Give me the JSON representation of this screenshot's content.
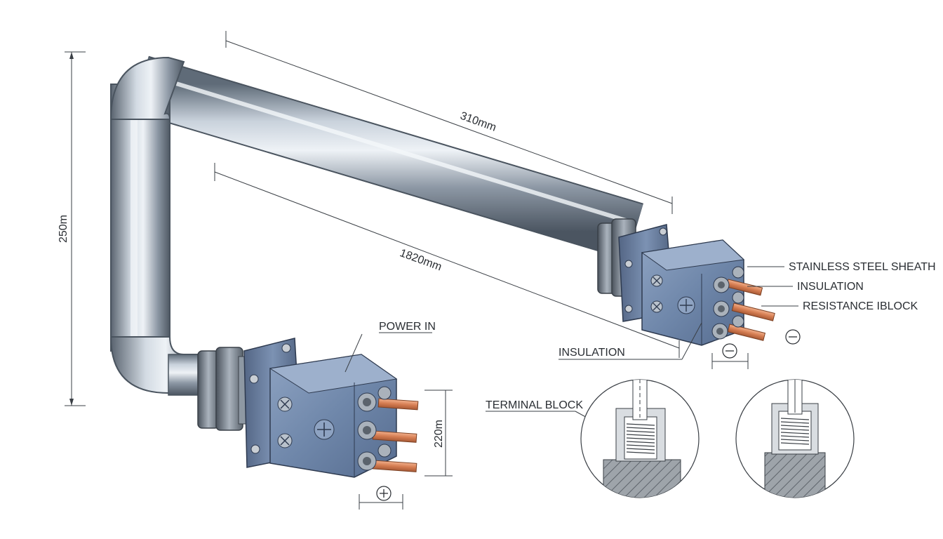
{
  "labels": {
    "power_in": "POWER IN",
    "sheath": "STAINLESS STEEL SHEATH",
    "insulation_right": "INSULATION",
    "resistance_block": "RESISTANCE IBLOCK",
    "insulation_bottom": "INSULATION",
    "terminal_block": "TERMINAL BLOCK"
  },
  "dimensions": {
    "vertical": "250m",
    "top": "310mm",
    "inner": "1820mm",
    "terminal_height": "220m"
  },
  "symbols": {
    "positive": "plus-icon",
    "negative": "minus-icon"
  },
  "colors": {
    "sheath": "#c9d2dc",
    "terminal_box": "#6f87aa",
    "copper_terminal": "#d57d52",
    "line": "#3a3f45"
  }
}
